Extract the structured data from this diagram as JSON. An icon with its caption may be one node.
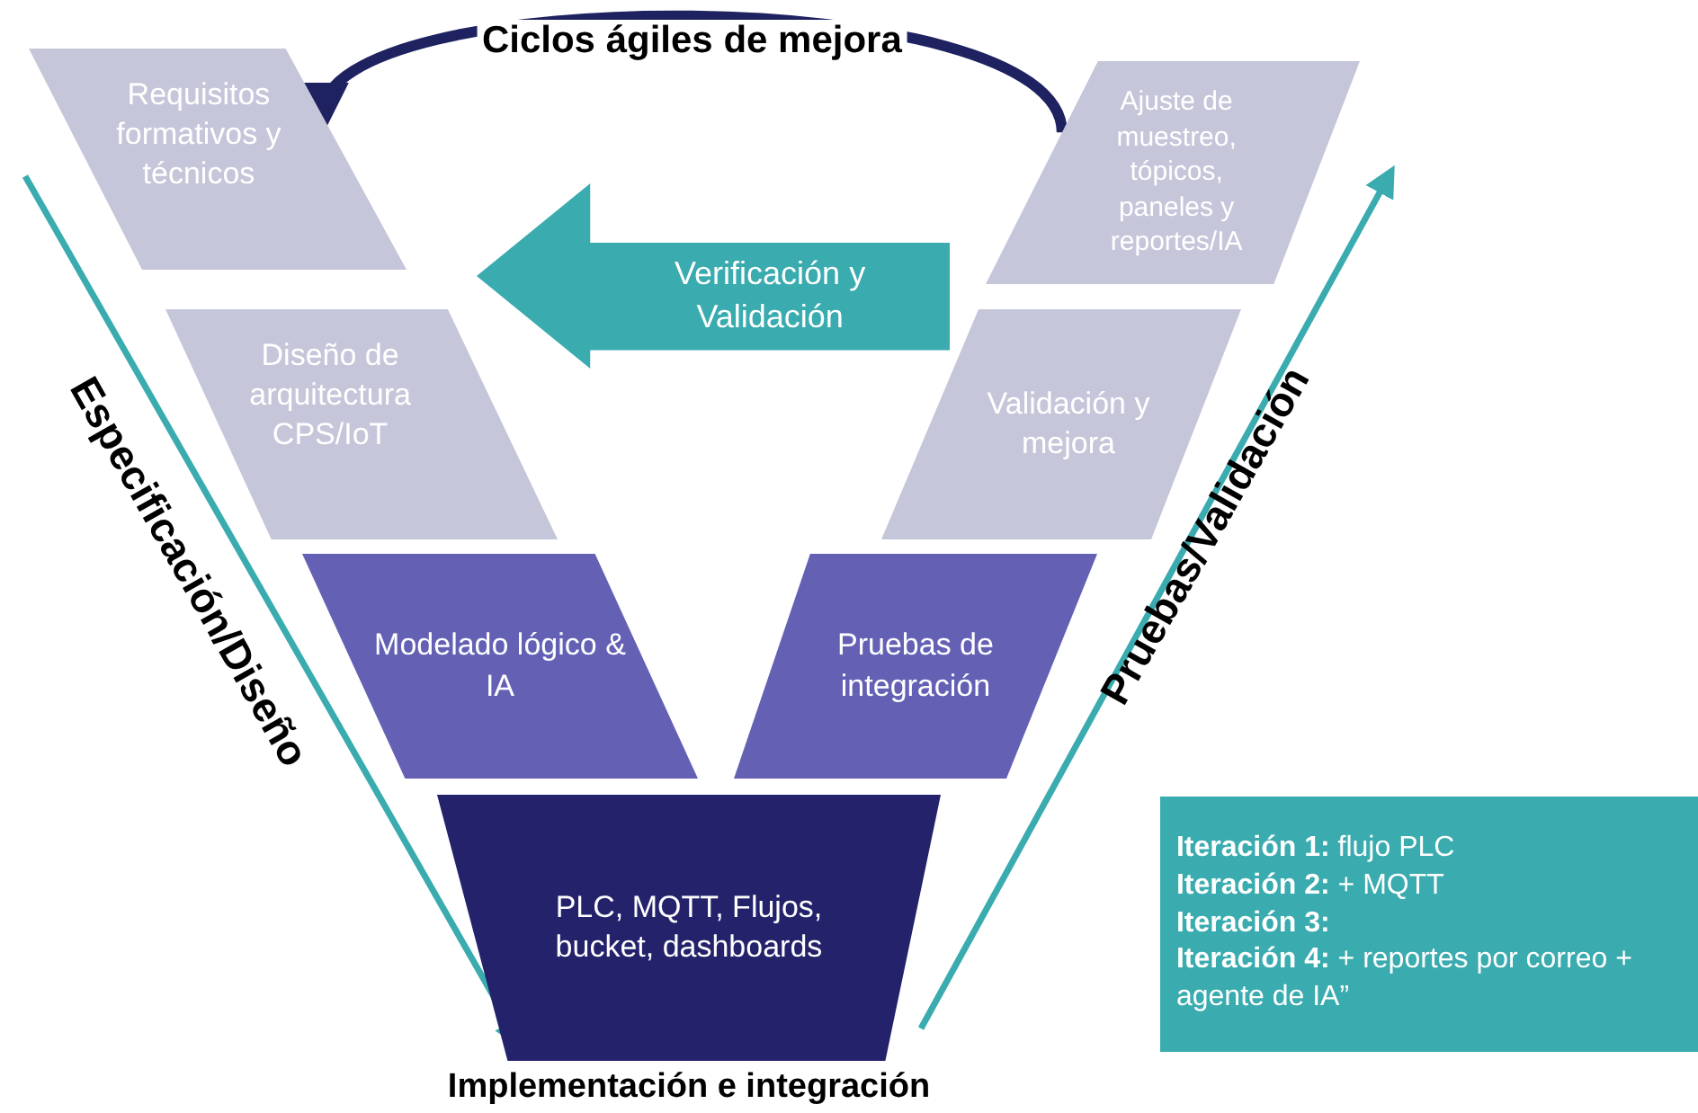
{
  "diagram": {
    "nodes": [
      {
        "text": [
          "Requisitos formativos y técnicos"
        ]
      },
      {
        "text": [
          "Ajuste de muestreo, tópicos, paneles y reportes/IA"
        ]
      },
      {
        "text": [
          "Verificación y Validación"
        ]
      },
      {
        "text": [
          "Diseño de arquitectura CPS/IoT"
        ]
      },
      {
        "text": [
          "Validación y mejora"
        ]
      },
      {
        "text": [
          "Modelado lógico & IA"
        ]
      },
      {
        "text": [
          "Pruebas de integración"
        ]
      },
      {
        "text": [
          "PLC, MQTT, Flujos, bucket, dashboards"
        ],
        "beside": [
          "Implementación e integración"
        ]
      },
      {
        "text": [
          "**Iteración 1:** flujo PLC",
          "**Iteración 2:** + MQTT",
          "**Iteración 3:**",
          "**Iteración 4:** + reportes por correo + agente de IA”"
        ]
      }
    ],
    "edges": [
      {
        "from": 1,
        "to": 0,
        "arrow": "to",
        "label": "Ciclos ágiles de mejora"
      }
    ],
    "labels": [
      "Especificación/Diseño",
      "Pruebas/Validación"
    ]
  }
}
